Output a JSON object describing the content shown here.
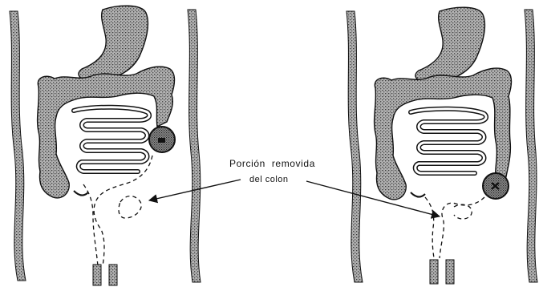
{
  "caption": {
    "line1": "Porción removida",
    "line2": "del colon"
  },
  "colors": {
    "background": "#ffffff",
    "ink": "#111111",
    "organ_fill": "#9a9a9a",
    "wall_fill": "#a8a8a8"
  },
  "panels": [
    {
      "name": "left",
      "removed_segment": "right-colon"
    },
    {
      "name": "right",
      "removed_segment": "sigmoid-colon"
    }
  ]
}
